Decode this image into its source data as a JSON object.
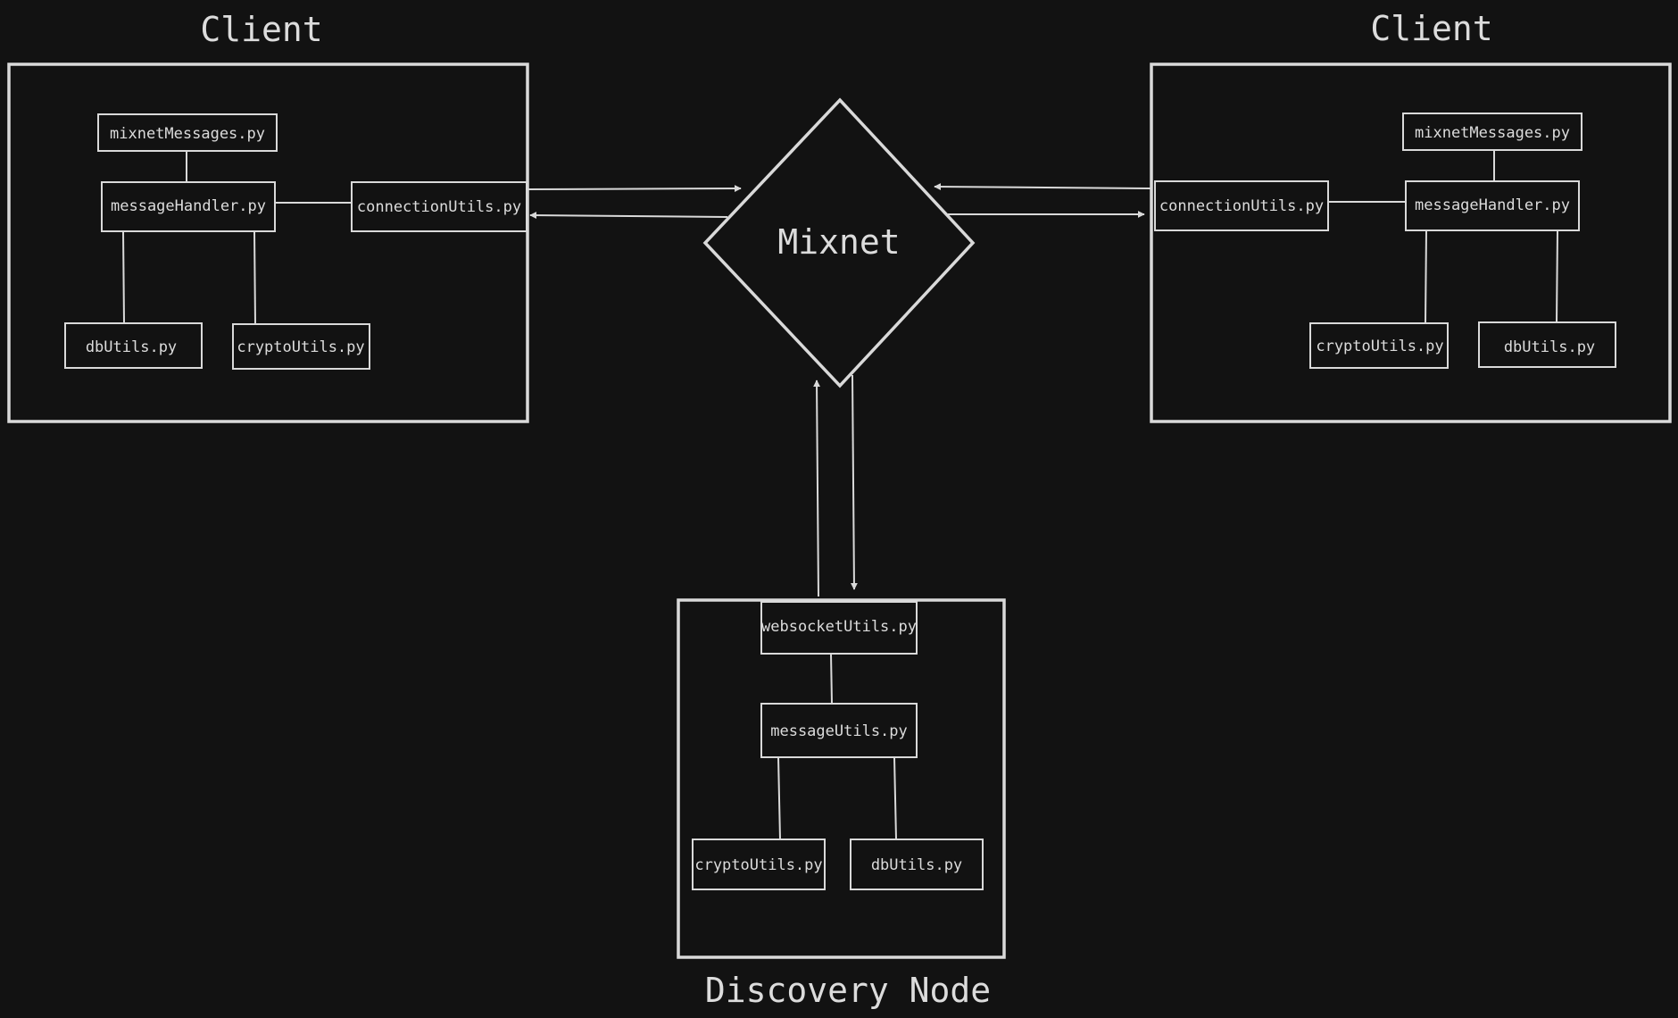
{
  "left_client": {
    "title": "Client",
    "files": {
      "mixnet_messages": "mixnetMessages.py",
      "message_handler": "messageHandler.py",
      "connection_utils": "connectionUtils.py",
      "db_utils": "dbUtils.py",
      "crypto_utils": "cryptoUtils.py"
    }
  },
  "right_client": {
    "title": "Client",
    "files": {
      "mixnet_messages": "mixnetMessages.py",
      "message_handler": "messageHandler.py",
      "connection_utils": "connectionUtils.py",
      "crypto_utils": "cryptoUtils.py",
      "db_utils": "dbUtils.py"
    }
  },
  "mixnet": {
    "label": "Mixnet"
  },
  "discovery_node": {
    "title": "Discovery Node",
    "files": {
      "websocket_utils": "websocketUtils.py",
      "message_utils": "messageUtils.py",
      "crypto_utils": "cryptoUtils.py",
      "db_utils": "dbUtils.py"
    }
  }
}
